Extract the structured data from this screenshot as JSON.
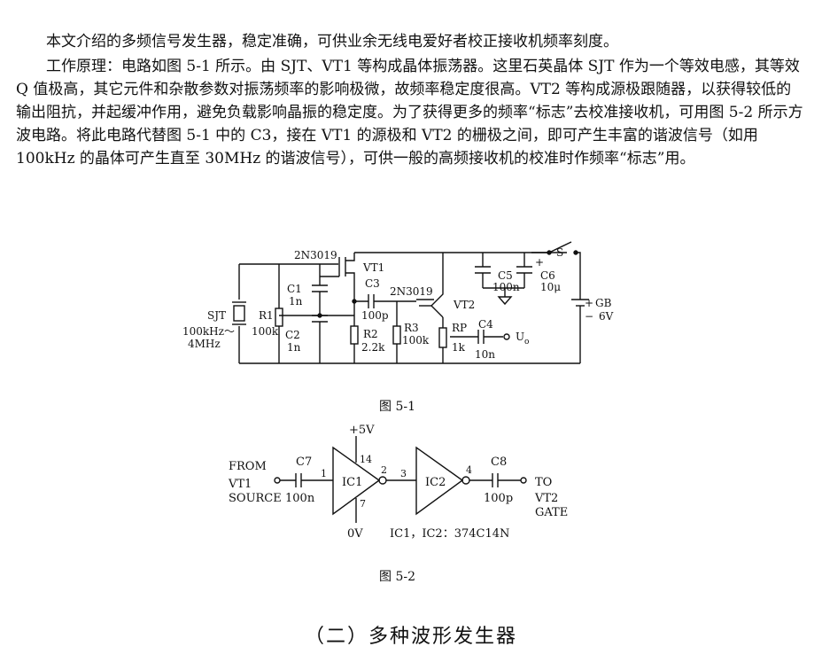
{
  "paragraphs": {
    "p1": "本文介绍的多频信号发生器，稳定准确，可供业余无线电爱好者校正接收机频率刻度。",
    "p2": "工作原理：电路如图 5-1 所示。由 SJT、VT1 等构成晶体振荡器。这里石英晶体 SJT 作为一个等效电感，其等效 Q 值极高，其它元件和杂散参数对振荡频率的影响极微，故频率稳定度很高。VT2 等构成源极跟随器，以获得较低的输出阻抗，并起缓冲作用，避免负载影响晶振的稳定度。为了获得更多的频率“标志”去校准接收机，可用图 5-2 所示方波电路。将此电路代替图 5-1 中的 C3，接在 VT1 的源极和 VT2 的栅极之间，即可产生丰富的谐波信号（如用 100kHz 的晶体可产生直至 30MHz 的谐波信号），可供一般的高频接收机的校准时作频率“标志”用。"
  },
  "fig1": {
    "caption": "图 5-1",
    "labels": {
      "vt1_type": "2N3019",
      "vt1": "VT1",
      "vt2_type": "2N3019",
      "vt2": "VT2",
      "c1": "C1",
      "c1_val": "1n",
      "c2": "C2",
      "c2_val": "1n",
      "c3": "C3",
      "c3_val": "100p",
      "c4": "C4",
      "c4_val": "10n",
      "c5": "C5",
      "c5_val": "100n",
      "c6": "C6",
      "c6_val": "10μ",
      "r1": "R1",
      "r1_val": "100k",
      "r2": "R2",
      "r2_val": "2.2k",
      "r3": "R3",
      "r3_val": "100k",
      "rp": "RP",
      "rp_val": "1k",
      "sjt": "SJT",
      "sjt_freq1": "100kHz～",
      "sjt_freq2": "4MHz",
      "switch": "S",
      "battery": "GB",
      "battery_val": "6V",
      "output": "U",
      "output_sub": "o",
      "plus": "+",
      "minus": "−"
    }
  },
  "fig2": {
    "caption": "图 5-2",
    "labels": {
      "from1": "FROM",
      "from2": "VT1",
      "from3": "SOURCE",
      "c7": "C7",
      "c7_val": "100n",
      "ic1": "IC1",
      "ic2": "IC2",
      "c8": "C8",
      "c8_val": "100p",
      "to1": "TO",
      "to2": "VT2",
      "to3": "GATE",
      "vcc": "+5V",
      "gnd": "0V",
      "pin1": "1",
      "pin14": "14",
      "pin2": "2",
      "pin7": "7",
      "pin3": "3",
      "pin4": "4",
      "ic_note": "IC1，IC2：374C14N"
    }
  },
  "section_title": "（二）多种波形发生器",
  "colors": {
    "ink": "#111111",
    "watermark": "#e02040"
  }
}
